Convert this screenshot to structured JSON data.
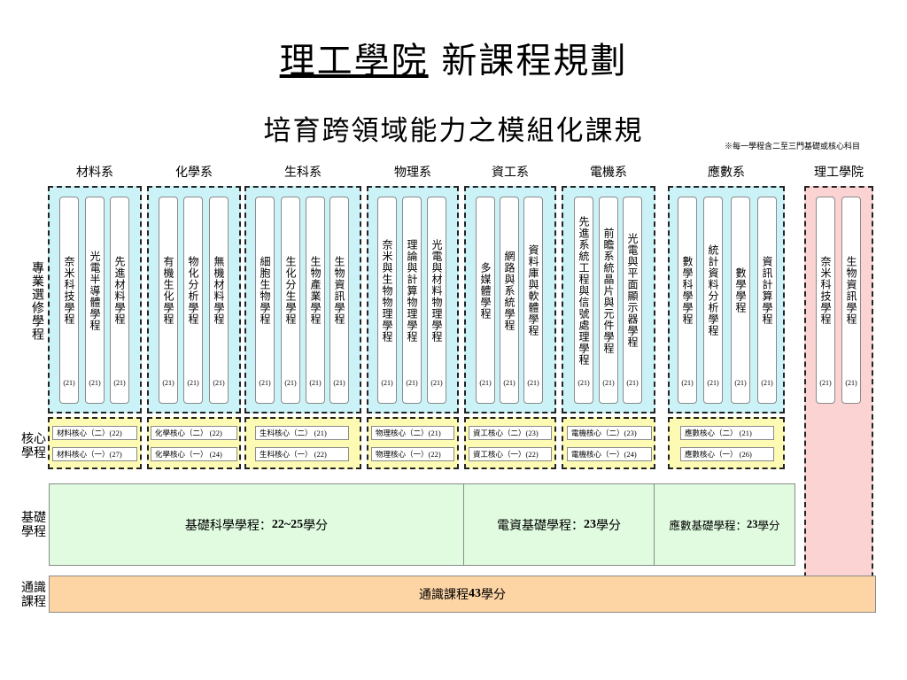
{
  "title": {
    "part1": "理工學院",
    "part2": "新課程規劃"
  },
  "subtitle": "培育跨領域能力之模組化課規",
  "note": "※每一學程含二至三門基礎或核心科目",
  "departments": [
    "材料系",
    "化學系",
    "生科系",
    "物理系",
    "資工系",
    "電機系",
    "應數系",
    "理工學院"
  ],
  "row_labels": {
    "specialty": "專業選修學程",
    "core": [
      "核心",
      "學程"
    ],
    "basic": [
      "基礎",
      "學程"
    ],
    "general": [
      "通識",
      "課程"
    ]
  },
  "programs": [
    {
      "name": "奈米科技學程",
      "credit": "(21)"
    },
    {
      "name": "光電半導體學程",
      "credit": "(21)"
    },
    {
      "name": "先進材料學程",
      "credit": "(21)"
    },
    {
      "name": "有機生化學程",
      "credit": "(21)"
    },
    {
      "name": "物化分析學程",
      "credit": "(21)"
    },
    {
      "name": "無機材料學程",
      "credit": "(21)"
    },
    {
      "name": "細胞生物學程",
      "credit": "(21)"
    },
    {
      "name": "生化分生學程",
      "credit": "(21)"
    },
    {
      "name": "生物產業學程",
      "credit": "(21)"
    },
    {
      "name": "生物資訊學程",
      "credit": "(21)"
    },
    {
      "name": "奈米與生物物理學程",
      "credit": "(21)"
    },
    {
      "name": "理論與計算物理學程",
      "credit": "(21)"
    },
    {
      "name": "光電與材料物理學程",
      "credit": "(21)"
    },
    {
      "name": "多媒體學程",
      "credit": "(21)"
    },
    {
      "name": "網路與系統學程",
      "credit": "(21)"
    },
    {
      "name": "資料庫與軟體學程",
      "credit": "(21)"
    },
    {
      "name": "先進系統工程與信號處理學程",
      "credit": "(21)"
    },
    {
      "name": "前瞻系統晶片與元件學程",
      "credit": "(21)"
    },
    {
      "name": "光電與平面顯示器學程",
      "credit": "(21)"
    },
    {
      "name": "數學科學學程",
      "credit": "(21)"
    },
    {
      "name": "統計資料分析學程",
      "credit": "(21)"
    },
    {
      "name": "數學學程",
      "credit": "(21)"
    },
    {
      "name": "資訊計算學程",
      "credit": "(21)"
    },
    {
      "name": "奈米科技學程",
      "credit": "(21)"
    },
    {
      "name": "生物資訊學程",
      "credit": "(21)"
    }
  ],
  "cores": [
    {
      "name": "材料核心（二）",
      "credit": "(22)"
    },
    {
      "name": "材料核心（一）",
      "credit": "(27)"
    },
    {
      "name": "化學核心（二）",
      "credit": "(22)"
    },
    {
      "name": "化學核心（一）",
      "credit": "(24)"
    },
    {
      "name": "生科核心（二）",
      "credit": "(21)"
    },
    {
      "name": "生科核心（一）",
      "credit": "(22)"
    },
    {
      "name": "物理核心（二）",
      "credit": "(21)"
    },
    {
      "name": "物理核心（一）",
      "credit": "(22)"
    },
    {
      "name": "資工核心（二）",
      "credit": "(23)"
    },
    {
      "name": "資工核心（一）",
      "credit": "(22)"
    },
    {
      "name": "電機核心（二）",
      "credit": "(23)"
    },
    {
      "name": "電機核心（一）",
      "credit": "(24)"
    },
    {
      "name": "應數核心（二）",
      "credit": "(21)"
    },
    {
      "name": "應數核心（一）",
      "credit": "(26)"
    }
  ],
  "basic": [
    {
      "label": "基礎科學學程：",
      "credit": "22~25",
      "unit": "學分"
    },
    {
      "label": "電資基礎學程：",
      "credit": "23",
      "unit": "學分"
    },
    {
      "label": "應數基礎學程：",
      "credit": "23",
      "unit": "學分"
    }
  ],
  "general": {
    "label": "通識課程",
    "credit": "43",
    "unit": "學分"
  },
  "colors": {
    "specialty": "#cbf3f7",
    "college": "#fbd3d2",
    "core": "#fdfbb3",
    "basic": "#e0fbe0",
    "general": "#fdd4a4"
  }
}
